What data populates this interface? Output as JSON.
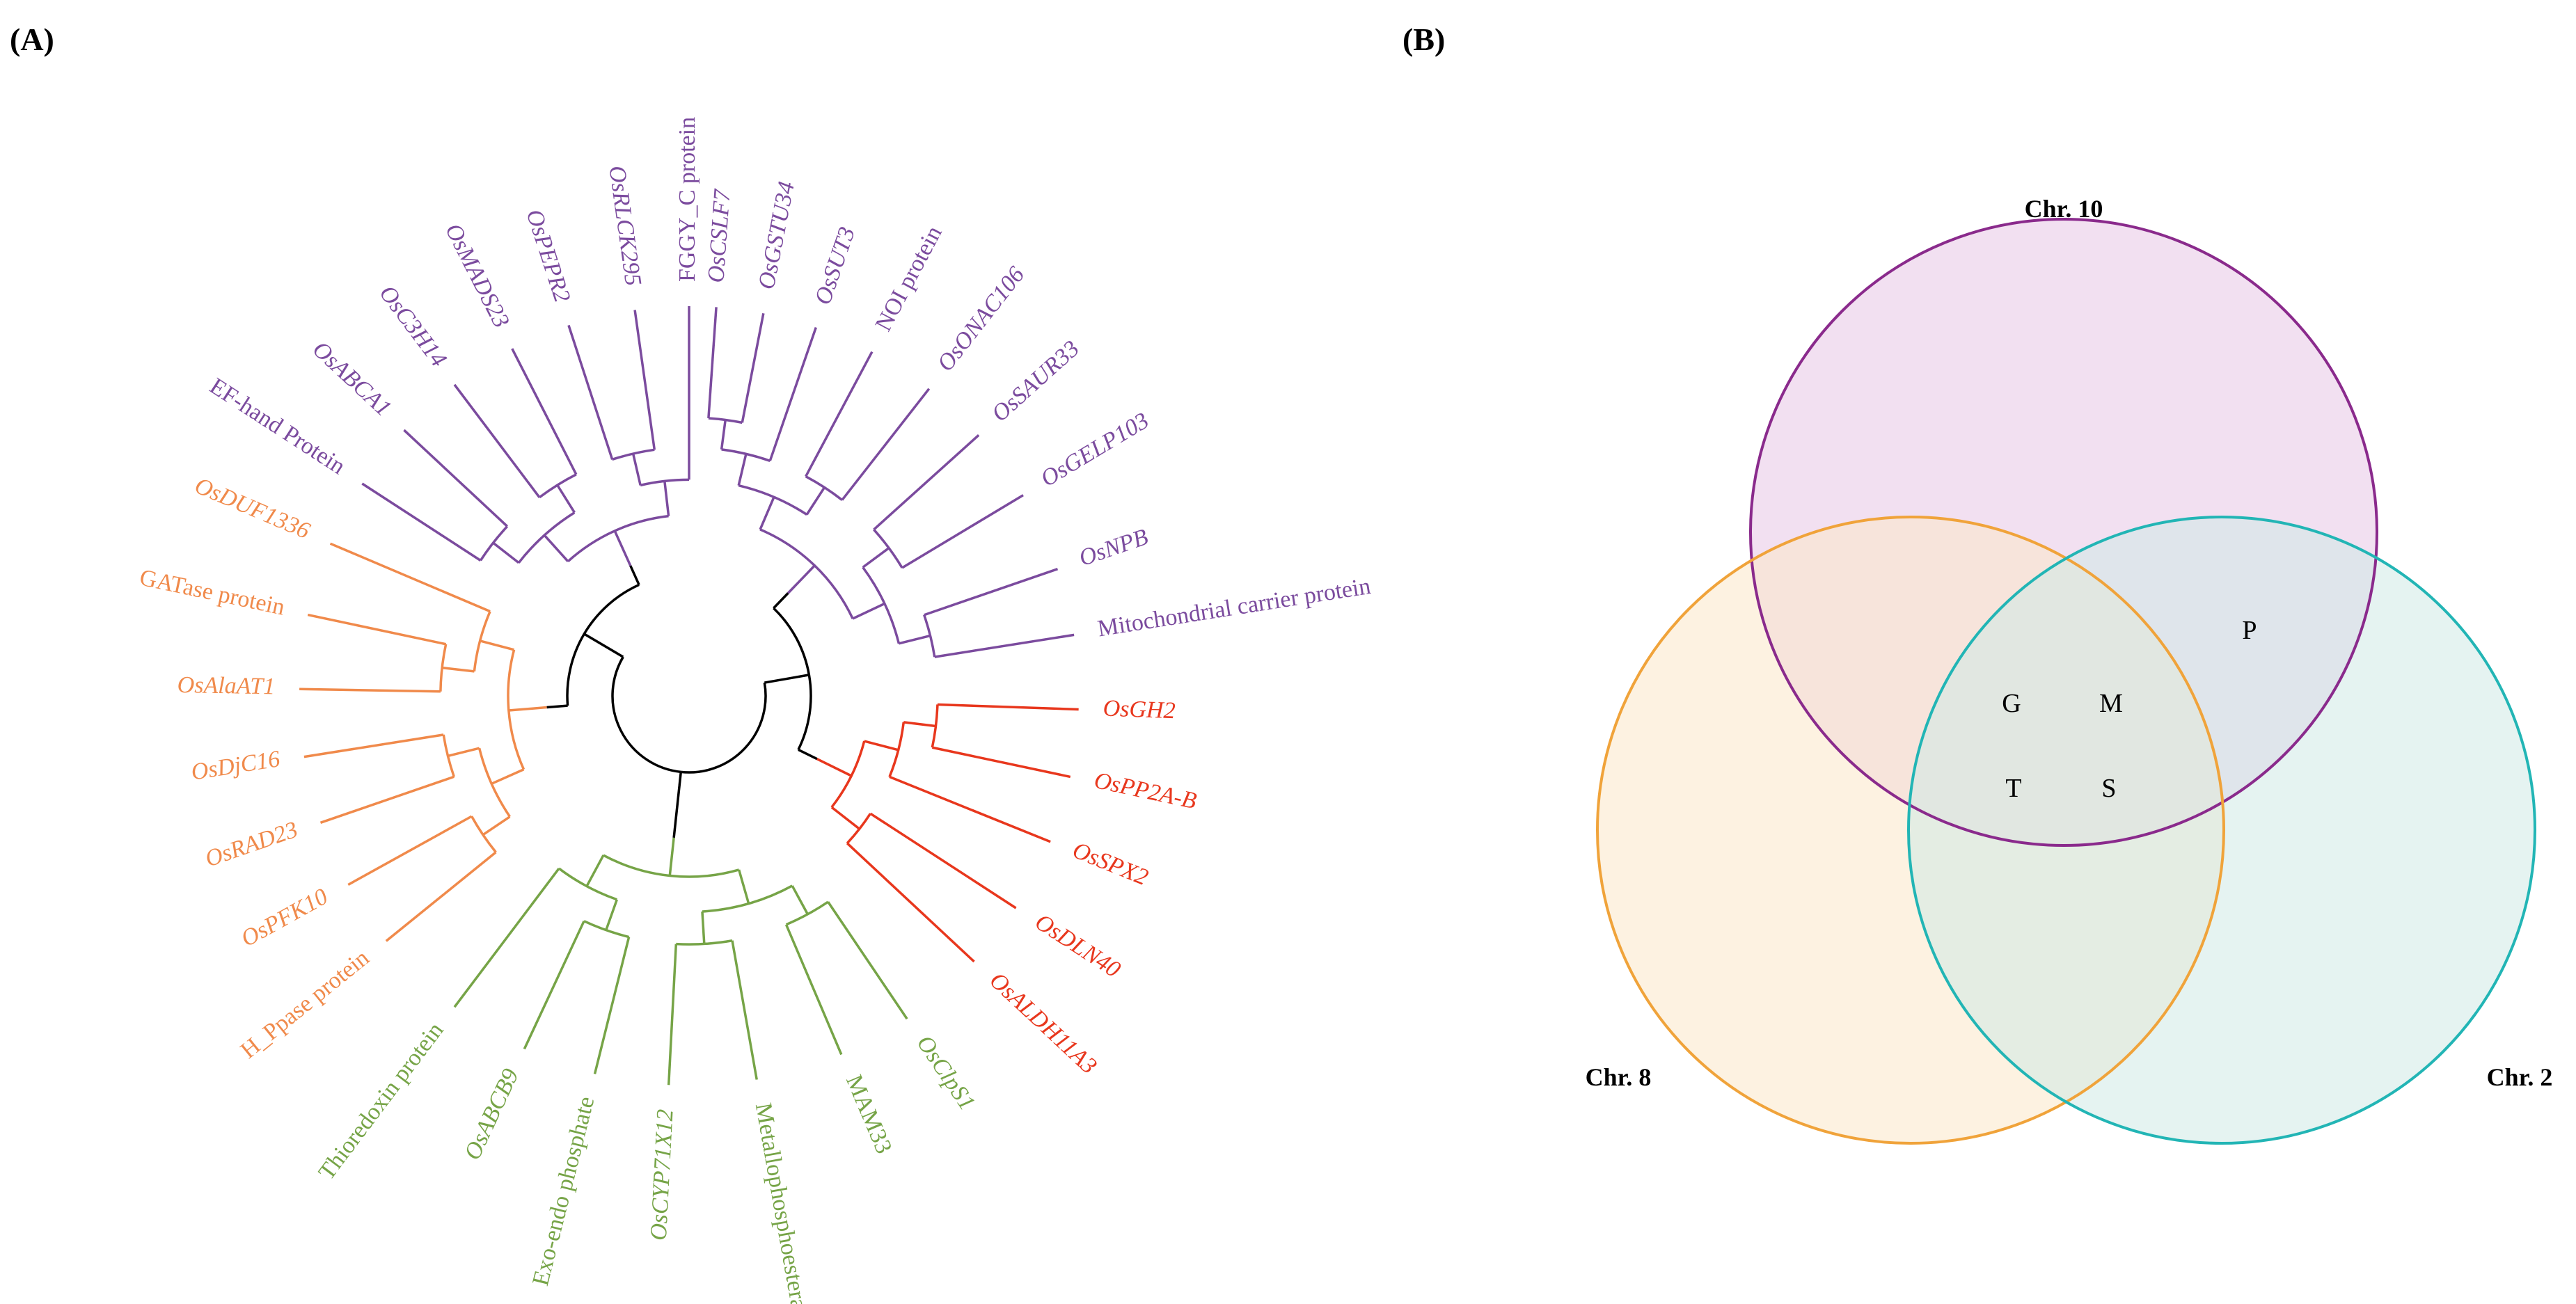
{
  "panel_a": {
    "label": "(A)",
    "colors": {
      "purple": "#7b4b9e",
      "orange": "#f08a4b",
      "red": "#e8371d",
      "green": "#76a447",
      "root": "#000000"
    },
    "clades": [
      {
        "name": "purple",
        "leaves": [
          {
            "text": "OsCSLF7",
            "italic": true
          },
          {
            "text": "OsGSTU34",
            "italic": true
          },
          {
            "text": "OsSUT3",
            "italic": true
          },
          {
            "text": "NOI protein",
            "italic": false
          },
          {
            "text": "OsONAC106",
            "italic": true
          },
          {
            "text": "OsSAUR33",
            "italic": true
          },
          {
            "text": "OsGELP103",
            "italic": true
          },
          {
            "text": "OsNPB",
            "italic": true
          },
          {
            "text": "Mitochondrial carrier protein",
            "italic": false
          }
        ]
      },
      {
        "name": "red",
        "leaves": [
          {
            "text": "OsGH2",
            "italic": true
          },
          {
            "text": "OsPP2A-B",
            "italic": true
          },
          {
            "text": "OsSPX2",
            "italic": true
          },
          {
            "text": "OsDLN40",
            "italic": true
          },
          {
            "text": "OsALDH11A3",
            "italic": true
          }
        ]
      },
      {
        "name": "green",
        "leaves": [
          {
            "text": "OsClpS1",
            "italic": true
          },
          {
            "text": "MAM33",
            "italic": false
          },
          {
            "text": "Metallophosphoesterase",
            "italic": false
          },
          {
            "text": "OsCYP71X12",
            "italic": true
          },
          {
            "text": "Exo-endo phosphate",
            "italic": false
          },
          {
            "text": "OsABCB9",
            "italic": true
          },
          {
            "text": "Thioredoxin protein",
            "italic": false
          }
        ]
      },
      {
        "name": "orange",
        "leaves": [
          {
            "text": "H_Ppase protein",
            "italic": false
          },
          {
            "text": "OsPFK10",
            "italic": true
          },
          {
            "text": "OsRAD23",
            "italic": true
          },
          {
            "text": "OsDjC16",
            "italic": true
          },
          {
            "text": "OsAlaAT1",
            "italic": true
          },
          {
            "text": "GATase protein",
            "italic": false
          },
          {
            "text": "OsDUF1336",
            "italic": true
          }
        ]
      },
      {
        "name": "purple",
        "leaves": [
          {
            "text": "EF-hand Protein",
            "italic": false
          },
          {
            "text": "OsABCA1",
            "italic": true
          },
          {
            "text": "OsC3H14",
            "italic": true
          },
          {
            "text": "OsMADS23",
            "italic": true
          },
          {
            "text": "OsPEPR2",
            "italic": true
          },
          {
            "text": "OsRLCK295",
            "italic": true
          },
          {
            "text": "FGGY_C protein",
            "italic": false
          }
        ]
      }
    ]
  },
  "panel_b": {
    "label": "(B)",
    "sets": [
      {
        "name": "Chr. 10",
        "stroke": "#8a2a8c",
        "fill": "#e7c6e6"
      },
      {
        "name": "Chr. 8",
        "stroke": "#f0a33a",
        "fill": "#fbe8c8"
      },
      {
        "name": "Chr. 2",
        "stroke": "#22b5b5",
        "fill": "#cfe9e6"
      }
    ],
    "regions": {
      "chr10_chr2": [
        "P"
      ],
      "all_three": [
        "G",
        "M",
        "T",
        "S"
      ]
    }
  }
}
